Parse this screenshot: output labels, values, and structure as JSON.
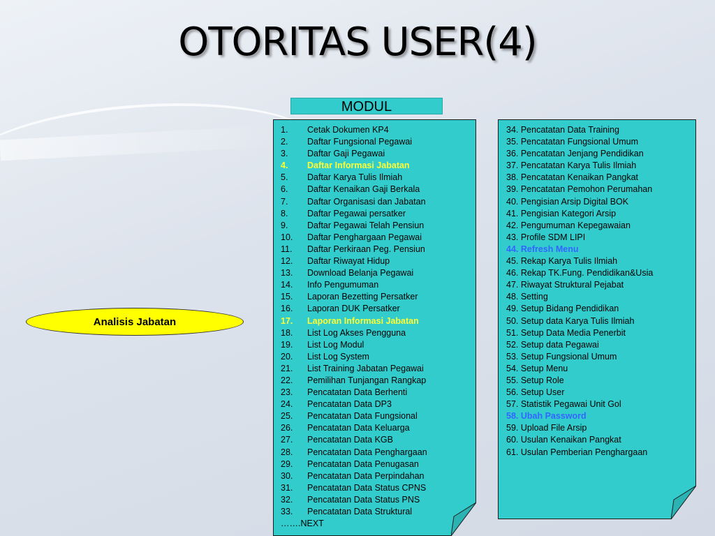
{
  "slide": {
    "title": "OTORITAS USER(4)",
    "modul_label": "MODUL",
    "role_label": "Analisis Jabatan",
    "next_label": "…….NEXT"
  },
  "colors": {
    "card": "#33cccc",
    "role_pill": "#ffff00",
    "highlight_yellow": "#ffff33",
    "highlight_blue": "#3366ff"
  },
  "modules_left": [
    {
      "num": "1.",
      "label": "Cetak Dokumen KP4"
    },
    {
      "num": "2.",
      "label": "Daftar Fungsional Pegawai"
    },
    {
      "num": "3.",
      "label": "Daftar Gaji Pegawai"
    },
    {
      "num": "4.",
      "label": "Daftar Informasi Jabatan",
      "highlight": "yellow"
    },
    {
      "num": "5.",
      "label": "Daftar Karya Tulis Ilmiah"
    },
    {
      "num": "6.",
      "label": "Daftar Kenaikan Gaji Berkala"
    },
    {
      "num": "7.",
      "label": "Daftar Organisasi dan Jabatan"
    },
    {
      "num": "8.",
      "label": "Daftar Pegawai persatker"
    },
    {
      "num": "9.",
      "label": "Daftar Pegawai Telah Pensiun"
    },
    {
      "num": "10.",
      "label": "Daftar Penghargaan Pegawai"
    },
    {
      "num": "11.",
      "label": "Daftar Perkiraan Peg. Pensiun"
    },
    {
      "num": "12.",
      "label": "Daftar Riwayat Hidup"
    },
    {
      "num": "13.",
      "label": "Download Belanja Pegawai"
    },
    {
      "num": "14.",
      "label": "Info Pengumuman"
    },
    {
      "num": "15.",
      "label": "Laporan Bezetting Persatker"
    },
    {
      "num": "16.",
      "label": "Laporan DUK Persatker"
    },
    {
      "num": "17.",
      "label": "Laporan Informasi Jabatan",
      "highlight": "yellow"
    },
    {
      "num": "18.",
      "label": "List Log Akses Pengguna"
    },
    {
      "num": "19.",
      "label": "List Log Modul"
    },
    {
      "num": "20.",
      "label": "List Log System"
    },
    {
      "num": "21.",
      "label": "List Training Jabatan Pegawai"
    },
    {
      "num": "22.",
      "label": "Pemilihan Tunjangan Rangkap"
    },
    {
      "num": "23.",
      "label": "Pencatatan Data Berhenti"
    },
    {
      "num": "24.",
      "label": "Pencatatan Data DP3"
    },
    {
      "num": "25.",
      "label": "Pencatatan Data Fungsional"
    },
    {
      "num": "26.",
      "label": "Pencatatan Data Keluarga"
    },
    {
      "num": "27.",
      "label": "Pencatatan Data KGB"
    },
    {
      "num": "28.",
      "label": "Pencatatan Data Penghargaan"
    },
    {
      "num": "29.",
      "label": "Pencatatan Data Penugasan"
    },
    {
      "num": "30.",
      "label": "Pencatatan Data Perpindahan"
    },
    {
      "num": "31.",
      "label": "Pencatatan Data Status CPNS"
    },
    {
      "num": "32.",
      "label": "Pencatatan Data Status PNS"
    },
    {
      "num": "33.",
      "label": "Pencatatan Data Struktural"
    }
  ],
  "modules_right": [
    {
      "label": "34. Pencatatan Data Training"
    },
    {
      "label": "35. Pencatatan Fungsional Umum"
    },
    {
      "label": "36. Pencatatan Jenjang Pendidikan"
    },
    {
      "label": "37. Pencatatan Karya Tulis Ilmiah"
    },
    {
      "label": "38. Pencatatan Kenaikan Pangkat"
    },
    {
      "label": "39. Pencatatan Pemohon Perumahan"
    },
    {
      "label": "40. Pengisian Arsip Digital BOK"
    },
    {
      "label": "41. Pengisian Kategori Arsip"
    },
    {
      "label": "42. Pengumuman Kepegawaian"
    },
    {
      "label": "43. Profile SDM LIPI"
    },
    {
      "label": "44. Refresh Menu",
      "highlight": "blue"
    },
    {
      "label": "45. Rekap Karya Tulis Ilmiah"
    },
    {
      "label": "46. Rekap TK.Fung. Pendidikan&Usia"
    },
    {
      "label": "47. Riwayat Struktural Pejabat"
    },
    {
      "label": "48. Setting"
    },
    {
      "label": "49. Setup Bidang Pendidikan"
    },
    {
      "label": "50. Setup data Karya Tulis Ilmiah"
    },
    {
      "label": "51. Setup Data Media Penerbit"
    },
    {
      "label": "52. Setup data Pegawai"
    },
    {
      "label": "53. Setup Fungsional Umum"
    },
    {
      "label": "54. Setup Menu"
    },
    {
      "label": "55. Setup Role"
    },
    {
      "label": "56. Setup User"
    },
    {
      "label": "57. Statistik Pegawai Unit Gol"
    },
    {
      "label": "58. Ubah Password",
      "highlight": "blue"
    },
    {
      "label": "59. Upload File Arsip"
    },
    {
      "label": "60. Usulan Kenaikan Pangkat"
    },
    {
      "label": "61. Usulan Pemberian Penghargaan"
    }
  ]
}
